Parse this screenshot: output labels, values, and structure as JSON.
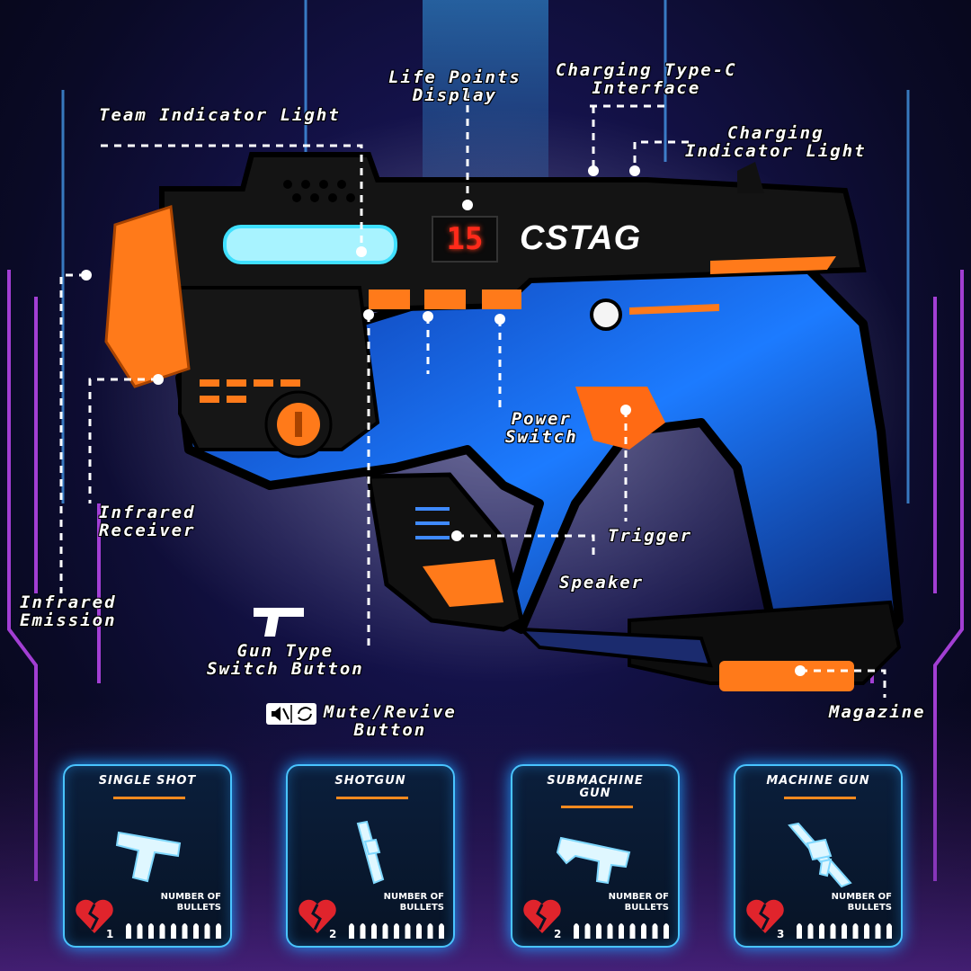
{
  "labels": {
    "team_indicator_light": "Team Indicator Light",
    "life_points_display": "Life Points\nDisplay",
    "charging_type_c": "Charging Type-C\nInterface",
    "charging_indicator_light": "Charging\nIndicator Light",
    "infrared_receiver": "Infrared\nReceiver",
    "infrared_emission": "Infrared\nEmission",
    "power_switch": "Power\nSwitch",
    "trigger": "Trigger",
    "speaker": "Speaker",
    "gun_type_switch": "Gun Type\nSwitch Button",
    "mute_revive": "Mute/Revive\nButton",
    "magazine": "Magazine"
  },
  "display": {
    "life_points": "15",
    "brand": "CSTAG"
  },
  "modes": [
    {
      "title": "SINGLE SHOT",
      "lives": "1",
      "bullets_label": "NUMBER OF\nBULLETS",
      "bullet_count": 9
    },
    {
      "title": "SHOTGUN",
      "lives": "2",
      "bullets_label": "NUMBER OF\nBULLETS",
      "bullet_count": 9
    },
    {
      "title": "SUBMACHINE\nGUN",
      "lives": "2",
      "bullets_label": "NUMBER OF\nBULLETS",
      "bullet_count": 9
    },
    {
      "title": "MACHINE GUN",
      "lives": "3",
      "bullets_label": "NUMBER OF\nBULLETS",
      "bullet_count": 9
    }
  ],
  "colors": {
    "accent_orange": "#ff7a1a",
    "glow_blue": "#3fb8ff",
    "led_red": "#ff2a1a",
    "text": "#ffffff"
  },
  "icons": [
    "pistol-icon",
    "mute-icon",
    "revive-icon",
    "broken-heart-icon",
    "bullet-icon",
    "shotgun-icon",
    "submachine-gun-icon",
    "machine-gun-icon"
  ]
}
